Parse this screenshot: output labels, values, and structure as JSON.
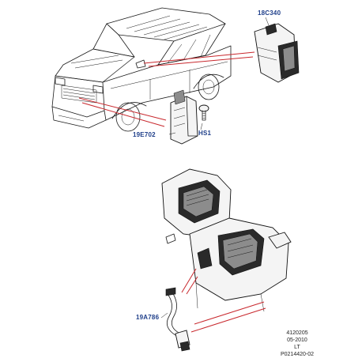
{
  "callouts": {
    "relay": "18C340",
    "sensor": "19E702",
    "screw": "HS1",
    "hose": "19A786"
  },
  "footer": {
    "line1": "4120205",
    "line2": "05-2010",
    "line3": "LT",
    "line4": "P0214420-02"
  },
  "colors": {
    "callout_text": "#1f3f8a",
    "leader_line": "#c8282d",
    "drawing": "#1a1a1a"
  }
}
